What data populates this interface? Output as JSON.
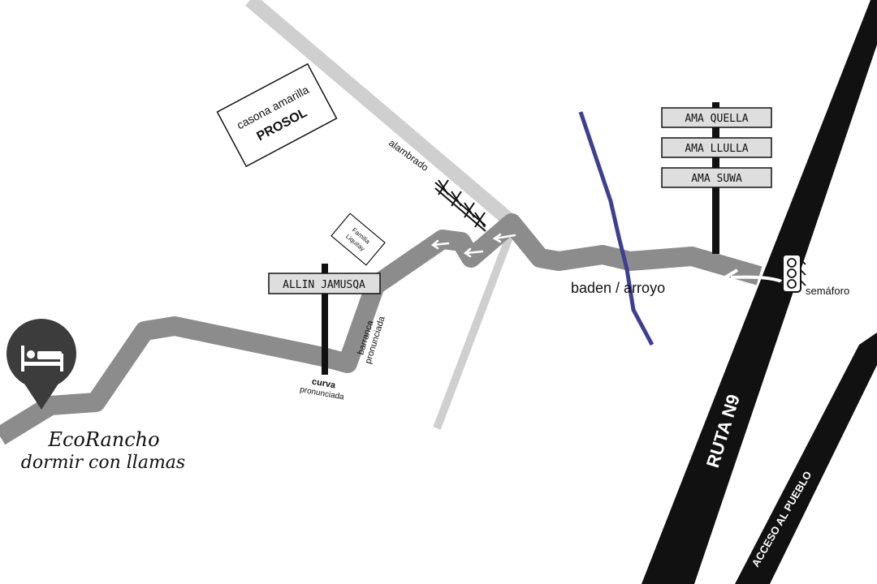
{
  "colors": {
    "background": "#ffffff",
    "road_gray": "#8c8c8c",
    "light_road": "#cfcfcf",
    "highway": "#111111",
    "stream": "#3f3f91",
    "sign_fill": "#dedede",
    "marker": "#3c3c3c"
  },
  "labels": {
    "prosol_line1": "casona amarilla",
    "prosol_line2": "PROSOL",
    "familia": "Familia Liquitay",
    "familia_line1": "Familia",
    "familia_line2": "Liquitay",
    "alambrado": "alambrado",
    "allin": "ALLIN JAMUSQA",
    "barranca_line1": "barranca",
    "barranca_line2": "pronunciada",
    "curva_line1": "curva",
    "curva_line2": "pronunciada",
    "baden": "baden / arroyo",
    "semaforo": "semáforo",
    "ruta": "RUTA N9",
    "acceso": "ACCESO AL PUEBLO",
    "eco_line1": "EcoRancho",
    "eco_line2": "dormir con llamas"
  },
  "signpost": {
    "signs": [
      "AMA QUELLA",
      "AMA LLULLA",
      "AMA SUWA"
    ]
  },
  "icons": {
    "marker": "bed-location-pin-icon",
    "traffic_light": "traffic-light-icon",
    "fence": "barbed-wire-icon"
  }
}
